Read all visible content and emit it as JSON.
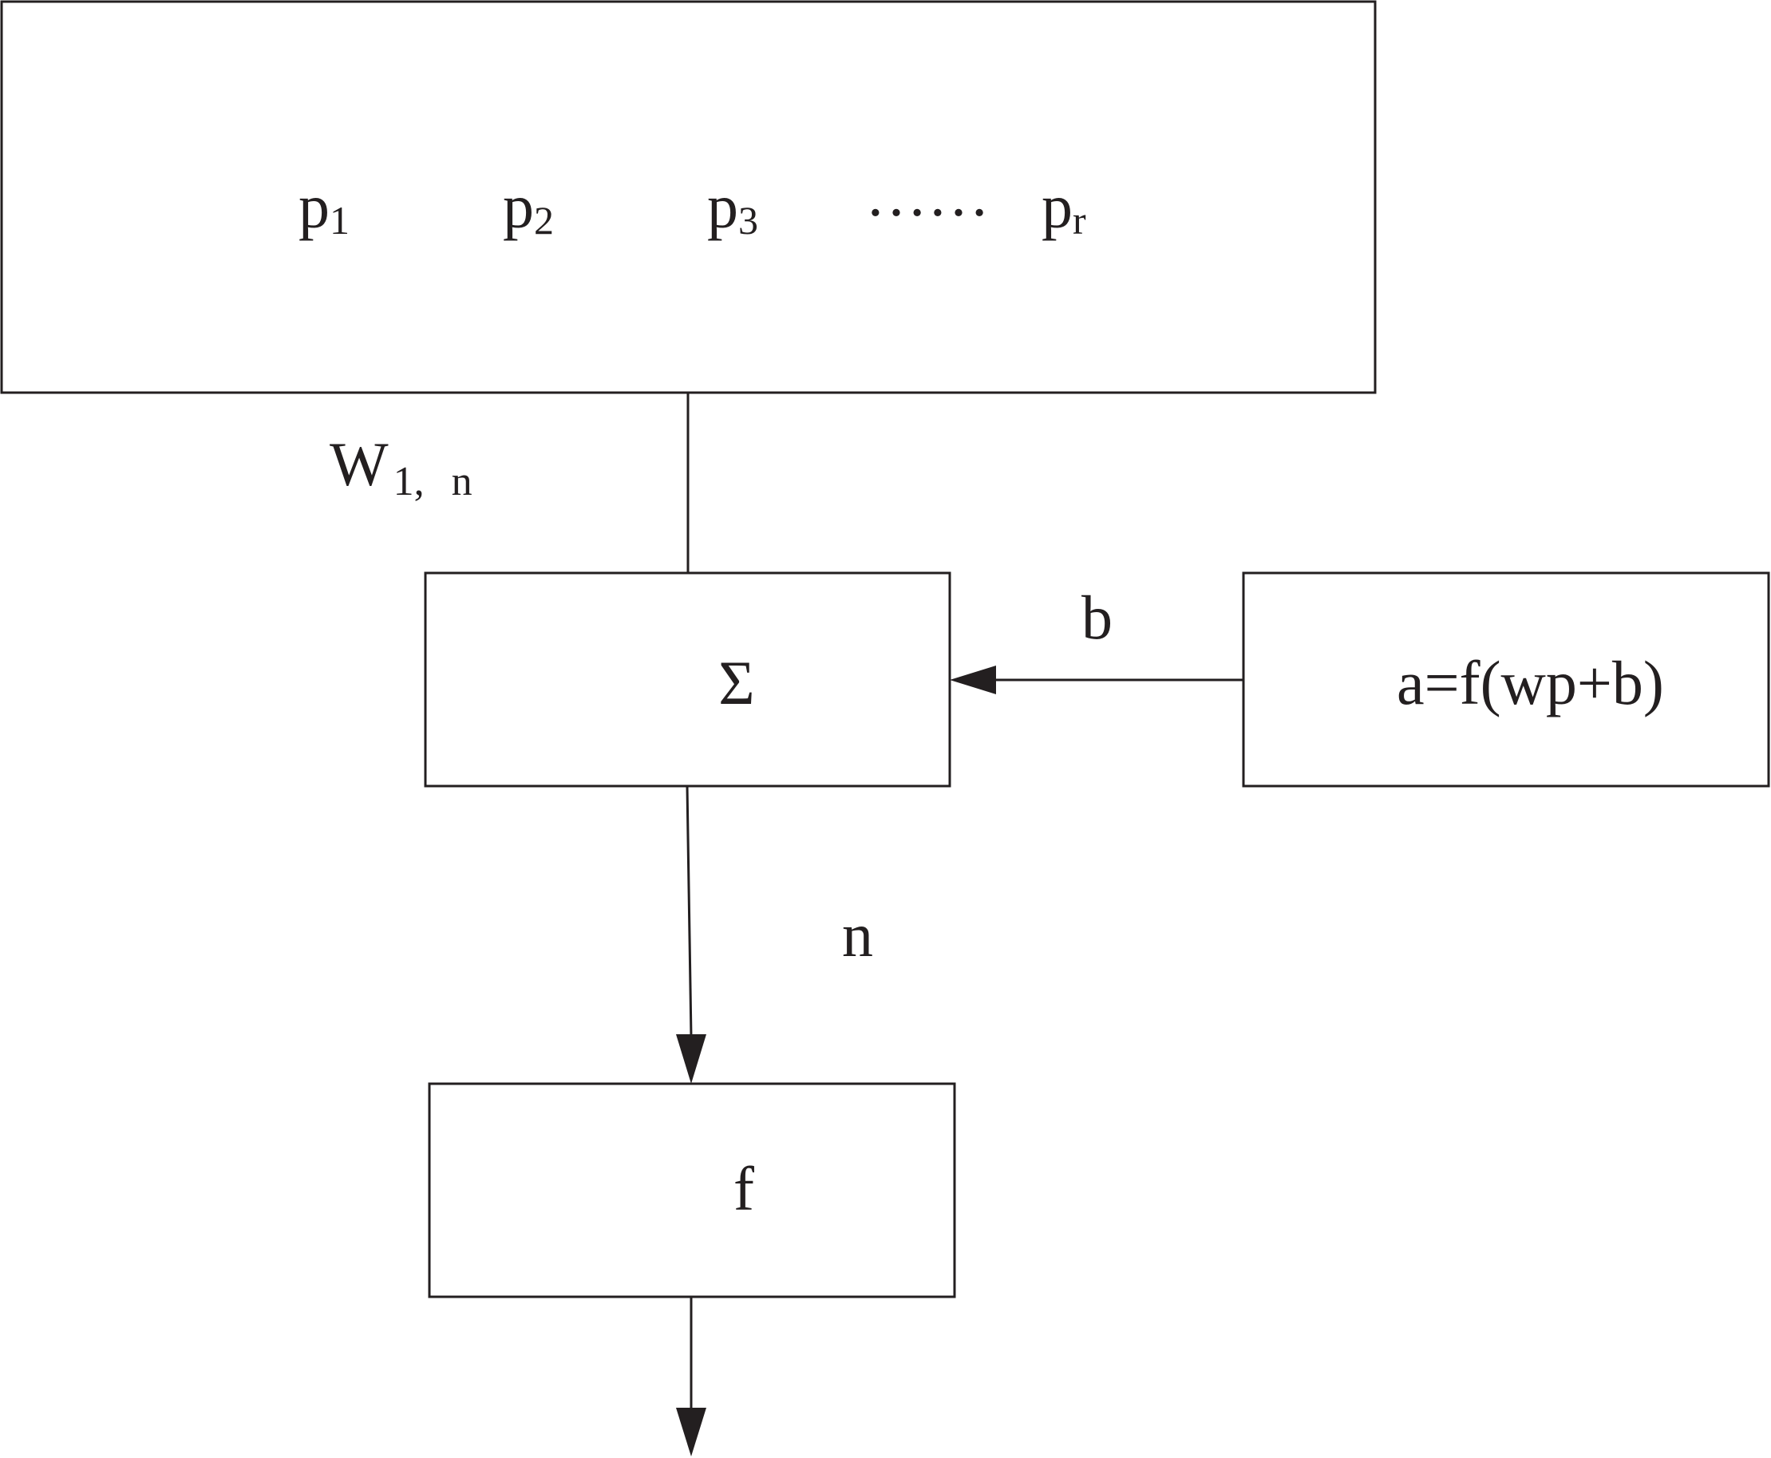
{
  "inputs": {
    "p1": {
      "base": "p",
      "sub": "1"
    },
    "p2": {
      "base": "p",
      "sub": "2"
    },
    "p3": {
      "base": "p",
      "sub": "3"
    },
    "ellipsis": "……",
    "pr": {
      "base": "p",
      "sub": "r"
    }
  },
  "weight": {
    "base": "W",
    "sub1": "1,",
    "sub2": "n"
  },
  "sum_box": {
    "symbol": "Σ"
  },
  "bias": {
    "label": "b"
  },
  "formula_box": {
    "text": "a=f(wp+b)"
  },
  "net_input": {
    "label": "n"
  },
  "transfer_box": {
    "symbol": "f"
  },
  "colors": {
    "stroke": "#231f20",
    "background": "#ffffff"
  }
}
